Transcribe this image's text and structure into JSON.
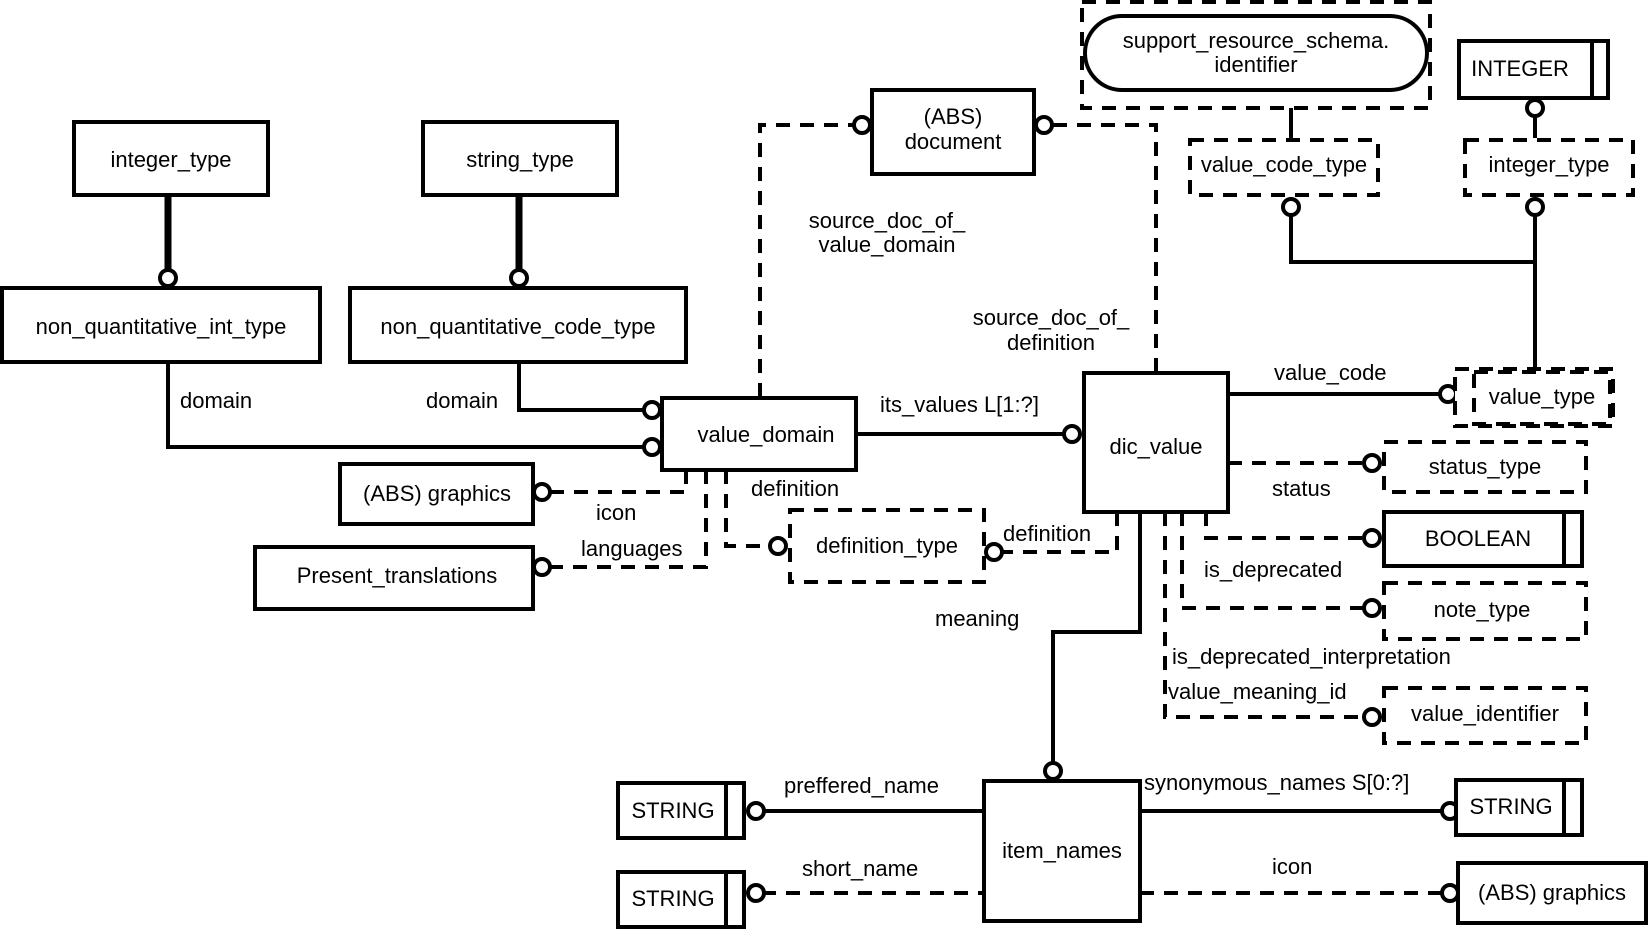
{
  "diagram": {
    "type": "EXPRESS-G",
    "entities": {
      "integer_type_top": "integer_type",
      "string_type": "string_type",
      "non_quantitative_int_type": "non_quantitative_int_type",
      "non_quantitative_code_type": "non_quantitative_code_type",
      "abs_document_line1": "(ABS)",
      "abs_document_line2": "document",
      "support_resource_schema_line1": "support_resource_schema.",
      "support_resource_schema_line2": "identifier",
      "integer_simple": "INTEGER",
      "value_code_type": "value_code_type",
      "integer_type_right": "integer_type",
      "value_domain": "value_domain",
      "dic_value": "dic_value",
      "value_type": "value_type",
      "abs_graphics_left": "(ABS) graphics",
      "present_translations": "Present_translations",
      "definition_type": "definition_type",
      "status_type": "status_type",
      "boolean": "BOOLEAN",
      "note_type": "note_type",
      "value_identifier": "value_identifier",
      "item_names": "item_names",
      "string_preferred": "STRING",
      "string_short": "STRING",
      "string_synonyms": "STRING",
      "abs_graphics_right": "(ABS) graphics"
    },
    "relations": {
      "domain_left": "domain",
      "domain_right": "domain",
      "source_doc_of_value_domain_1": "source_doc_of_",
      "source_doc_of_value_domain_2": "value_domain",
      "source_doc_of_definition_1": "source_doc_of_",
      "source_doc_of_definition_2": "definition",
      "its_values": "its_values L[1:?]",
      "value_code": "value_code",
      "vd_definition": "definition",
      "icon_vd": "icon",
      "languages": "languages",
      "dv_definition": "definition",
      "status": "status",
      "is_deprecated": "is_deprecated",
      "is_deprecated_interpretation": "is_deprecated_interpretation",
      "value_meaning_id": "value_meaning_id",
      "meaning": "meaning",
      "preffered_name": "preffered_name",
      "short_name": "short_name",
      "synonymous_names": "synonymous_names S[0:?]",
      "icon_in": "icon"
    }
  }
}
